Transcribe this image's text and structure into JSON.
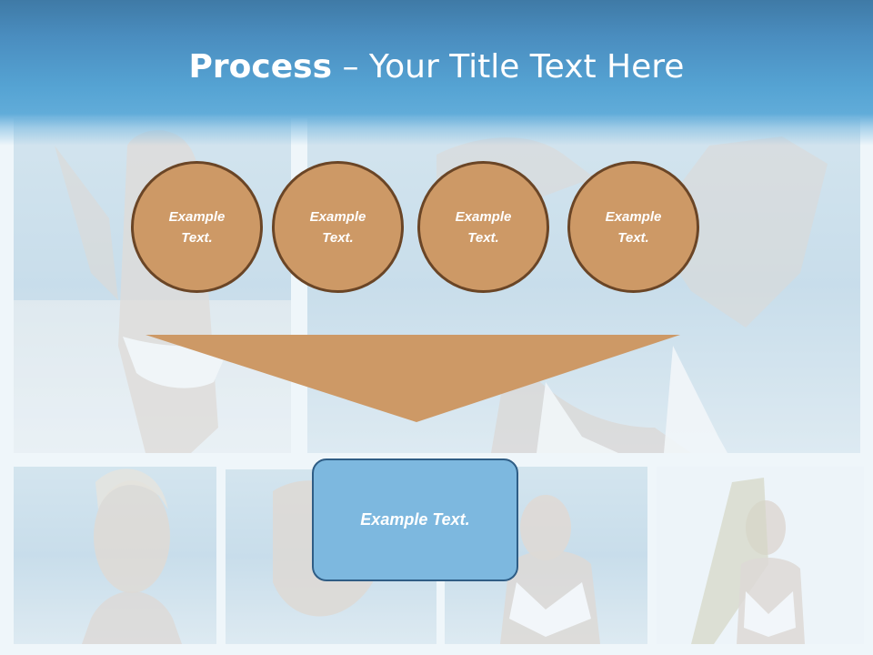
{
  "slide": {
    "title_bold": "Process",
    "title_rest": " – Your Title Text Here"
  },
  "steps": [
    {
      "label": "Example Text."
    },
    {
      "label": "Example Text."
    },
    {
      "label": "Example Text."
    },
    {
      "label": "Example Text."
    }
  ],
  "result": {
    "label": "Example Text."
  },
  "colors": {
    "header": "#4a8dbf",
    "circle_fill": "#cd9966",
    "circle_border": "#6a4526",
    "funnel": "#cd9966",
    "box_fill": "#7db8df",
    "box_border": "#2f5d85"
  }
}
